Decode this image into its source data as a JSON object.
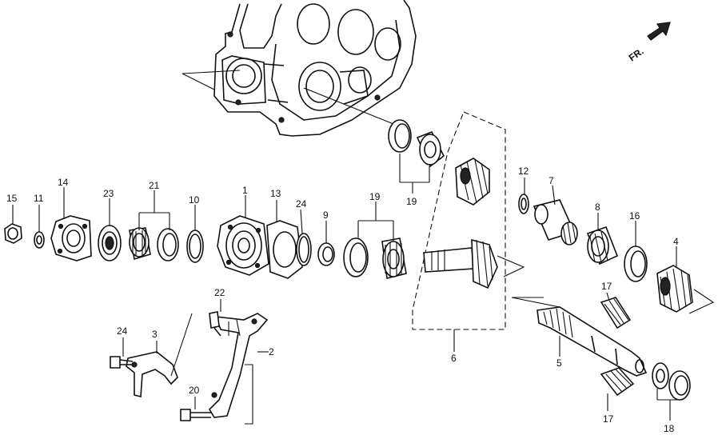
{
  "orientation": {
    "label": "FR.",
    "icon": "front-direction-arrow-icon"
  },
  "callouts": [
    {
      "id": "c1",
      "text": "1"
    },
    {
      "id": "c2",
      "text": "2"
    },
    {
      "id": "c3",
      "text": "3"
    },
    {
      "id": "c4",
      "text": "4"
    },
    {
      "id": "c5",
      "text": "5"
    },
    {
      "id": "c6",
      "text": "6"
    },
    {
      "id": "c7",
      "text": "7"
    },
    {
      "id": "c8",
      "text": "8"
    },
    {
      "id": "c9",
      "text": "9"
    },
    {
      "id": "c10",
      "text": "10"
    },
    {
      "id": "c11",
      "text": "11"
    },
    {
      "id": "c12",
      "text": "12"
    },
    {
      "id": "c13",
      "text": "13"
    },
    {
      "id": "c14",
      "text": "14"
    },
    {
      "id": "c15",
      "text": "15"
    },
    {
      "id": "c16",
      "text": "16"
    },
    {
      "id": "c17a",
      "text": "17"
    },
    {
      "id": "c17b",
      "text": "17"
    },
    {
      "id": "c18",
      "text": "18"
    },
    {
      "id": "c19a",
      "text": "19"
    },
    {
      "id": "c19b",
      "text": "19"
    },
    {
      "id": "c20",
      "text": "20"
    },
    {
      "id": "c21",
      "text": "21"
    },
    {
      "id": "c22",
      "text": "22"
    },
    {
      "id": "c23",
      "text": "23"
    },
    {
      "id": "c24a",
      "text": "24"
    },
    {
      "id": "c24b",
      "text": "24"
    }
  ]
}
